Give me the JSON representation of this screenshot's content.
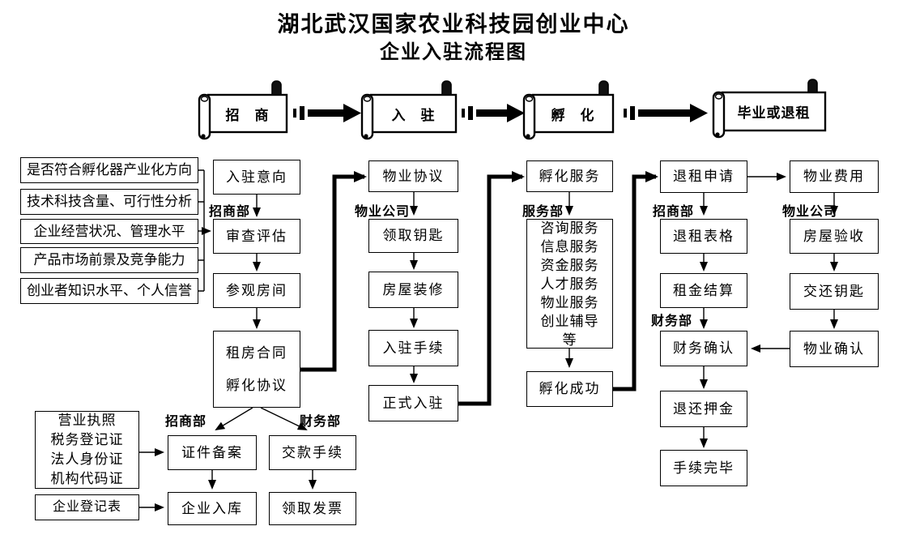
{
  "title": {
    "line1": "湖北武汉国家农业科技园创业中心",
    "line2": "企业入驻流程图"
  },
  "colors": {
    "ink": "#000000",
    "paper": "#ffffff"
  },
  "phases": {
    "p1": "招　商",
    "p2": "入　驻",
    "p3": "孵　化",
    "p4": "毕业或退租"
  },
  "criteria": [
    "是否符合孵化器产业化方向",
    "技术科技含量、可行性分析",
    "企业经营状况、管理水平",
    "产品市场前景及竞争能力",
    "创业者知识水平、个人信誉"
  ],
  "depts": {
    "d1": "招商部",
    "d2": "物业公司",
    "d3": "服务部",
    "d4": "招商部",
    "d5": "物业公司",
    "d6": "财务部",
    "d7": "招商部",
    "d8": "财务部"
  },
  "nodes": {
    "ruzhu_yixiang": "入驻意向",
    "shencha_pinggu": "审查评估",
    "canguan_fangjian": "参观房间",
    "zufang_hetong": "租房合同",
    "fuhua_xieyi": "孵化协议",
    "wuye_xieyi": "物业协议",
    "lingqu_yaoshi": "领取钥匙",
    "fangwu_zhuangxiu": "房屋装修",
    "ruzhu_shouxu": "入驻手续",
    "zhengshi_ruzhu": "正式入驻",
    "fuhua_fuwu": "孵化服务",
    "fuhua_chenggong": "孵化成功",
    "tuizu_shenqing": "退租申请",
    "tuizu_biaoge": "退租表格",
    "zujin_jiesuan": "租金结算",
    "caiwu_queren": "财务确认",
    "tuihuan_yajin": "退还押金",
    "shouxu_wanbi": "手续完毕",
    "wuye_feiyong": "物业费用",
    "fangwu_yanshou": "房屋验收",
    "jiaohuan_yaoshi": "交还钥匙",
    "wuye_queren": "物业确认",
    "zhengjian_beian": "证件备案",
    "qiye_ruku": "企业入库",
    "jiaokuan_shouxu": "交款手续",
    "lingqu_fapiao": "领取发票",
    "qiye_dengjibiao": "企业登记表"
  },
  "services": [
    "咨询服务",
    "信息服务",
    "资金服务",
    "人才服务",
    "物业服务",
    "创业辅导",
    "等"
  ],
  "documents": [
    "营业执照",
    "税务登记证",
    "法人身份证",
    "机构代码证"
  ]
}
